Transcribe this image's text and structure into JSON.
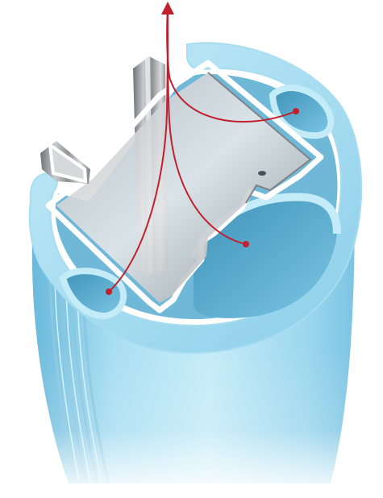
{
  "figure": {
    "subject": "cutaway-profile-with-steel-reinforcement",
    "colors": {
      "background": "#ffffff",
      "profile_light": "#bfe7f5",
      "profile_mid": "#8fd0ea",
      "profile_dark": "#5eaed0",
      "profile_shadow": "#3f8fb6",
      "steel_light": "#e4e6e8",
      "steel_mid": "#a7abae",
      "steel_dark": "#6f7377",
      "arrow": "#c0202e",
      "white_frame": "#ffffff"
    },
    "arrows": [
      {
        "id": "chamber-right-small"
      },
      {
        "id": "chamber-right-large"
      },
      {
        "id": "chamber-left-small"
      }
    ]
  }
}
